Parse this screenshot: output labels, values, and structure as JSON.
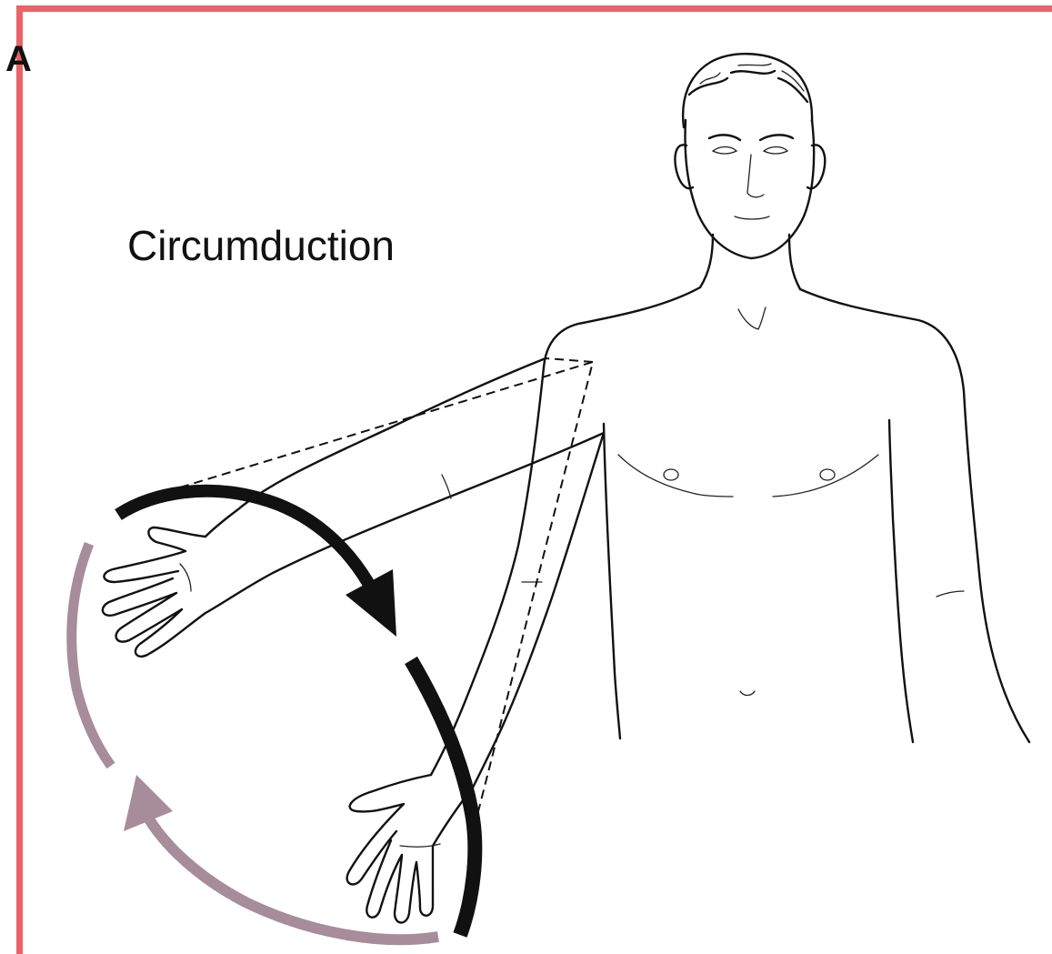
{
  "figure": {
    "panel_letter": "A",
    "label": "Circumduction",
    "colors": {
      "border": "#e86468",
      "arrow_dark": "#111111",
      "arrow_muted": "#a78c9a",
      "line_art": "#111111",
      "background": "#ffffff"
    },
    "icons": [
      "human-torso-figure",
      "raised-arm",
      "lowered-arm",
      "circular-motion-arrows"
    ]
  }
}
